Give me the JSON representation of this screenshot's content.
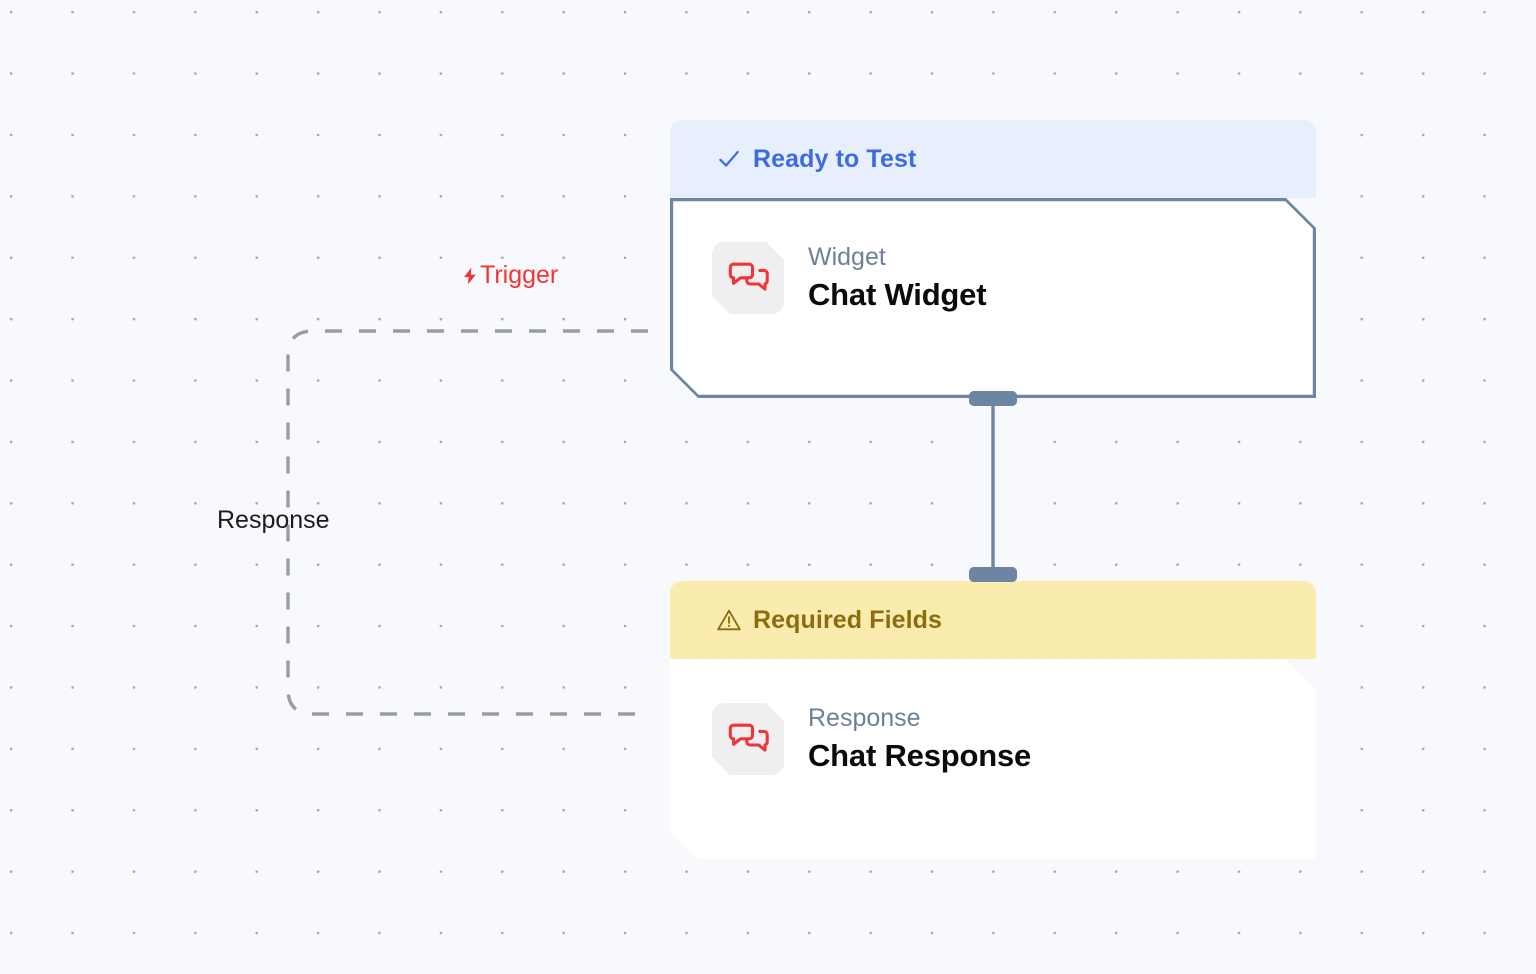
{
  "canvas": {
    "background_color": "#F8F9FC",
    "dot_color": "#A6A8B5"
  },
  "edges": [
    {
      "id": "trigger-edge",
      "label": "Trigger",
      "icon": "lightning-bolt-icon",
      "color": "#F13536",
      "style": "dashed"
    },
    {
      "id": "response-edge",
      "label": "Response",
      "color": "#1C1C1E",
      "style": "dashed"
    }
  ],
  "nodes": [
    {
      "id": "chat-widget-node",
      "status": "Ready to Test",
      "status_icon": "check-icon",
      "status_variant": "ok",
      "status_bg": "#E7EEFC",
      "status_color": "#3F6BE0",
      "kind": "Widget",
      "title": "Chat Widget",
      "icon": "chat-bubbles-icon",
      "icon_color": "#F13536"
    },
    {
      "id": "chat-response-node",
      "status": "Required Fields",
      "status_icon": "warning-triangle-icon",
      "status_variant": "warn",
      "status_bg": "#FAECAE",
      "status_color": "#8A6D10",
      "kind": "Response",
      "title": "Chat Response",
      "icon": "chat-bubbles-icon",
      "icon_color": "#F13536"
    }
  ]
}
